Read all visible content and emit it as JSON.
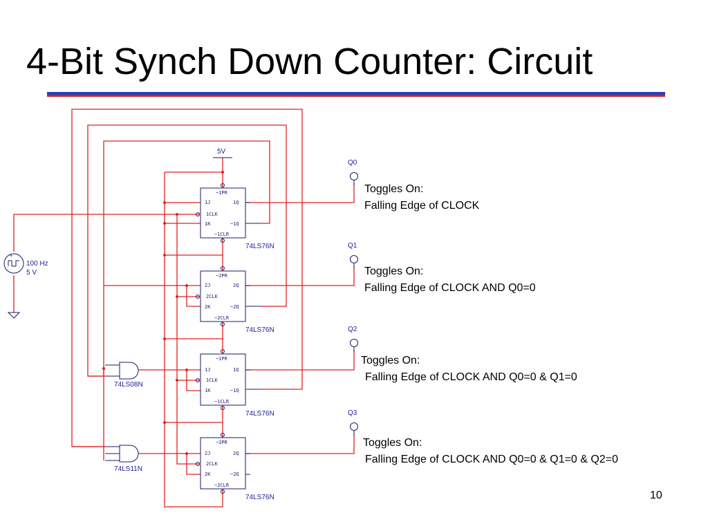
{
  "slide": {
    "title": "4-Bit Synch Down Counter: Circuit",
    "page_number": "10"
  },
  "colors": {
    "wire": "#e02020",
    "component": "#1a1a6a",
    "title_rule_blue": "#1f3fbf",
    "title_rule_red": "#d12020"
  },
  "source": {
    "freq": "100 Hz",
    "amp": "5 V"
  },
  "supply_label": "5V",
  "flipflops": [
    {
      "pr": "~1PR",
      "j": "1J",
      "clk": "1CLK",
      "k": "1K",
      "q": "1Q",
      "qn": "~1Q",
      "clr": "~1CLR",
      "part": "74LS76N"
    },
    {
      "pr": "~2PR",
      "j": "2J",
      "clk": "2CLK",
      "k": "2K",
      "q": "2Q",
      "qn": "~2Q",
      "clr": "~2CLR",
      "part": "74LS76N"
    },
    {
      "pr": "~1PR",
      "j": "1J",
      "clk": "1CLK",
      "k": "1K",
      "q": "1Q",
      "qn": "~1Q",
      "clr": "~1CLR",
      "part": "74LS76N"
    },
    {
      "pr": "~2PR",
      "j": "2J",
      "clk": "2CLK",
      "k": "2K",
      "q": "2Q",
      "qn": "~2Q",
      "clr": "~2CLR",
      "part": "74LS76N"
    }
  ],
  "gates": [
    {
      "part": "74LS08N"
    },
    {
      "part": "74LS11N"
    }
  ],
  "outputs": [
    "Q0",
    "Q1",
    "Q2",
    "Q3"
  ],
  "notes": [
    {
      "line1": "Toggles On:",
      "line2": "Falling Edge of CLOCK"
    },
    {
      "line1": "Toggles On:",
      "line2": "Falling Edge of CLOCK AND Q0=0"
    },
    {
      "line1": "Toggles On:",
      "line2": "Falling Edge of CLOCK  AND Q0=0 & Q1=0"
    },
    {
      "line1": "Toggles On:",
      "line2": "Falling Edge of CLOCK  AND Q0=0 & Q1=0 & Q2=0"
    }
  ]
}
